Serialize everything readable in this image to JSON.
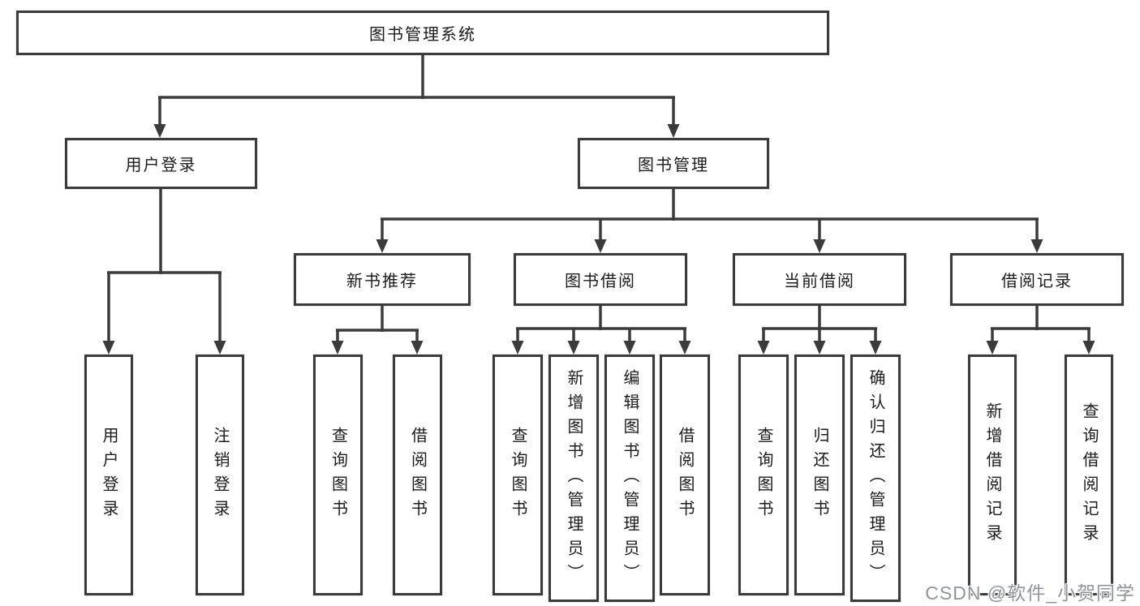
{
  "tree": {
    "root": {
      "label": "图书管理系统",
      "children": [
        {
          "label": "用户登录",
          "children": [
            {
              "label": "用户登录"
            },
            {
              "label": "注销登录"
            }
          ]
        },
        {
          "label": "图书管理",
          "children": [
            {
              "label": "新书推荐",
              "children": [
                {
                  "label": "查询图书"
                },
                {
                  "label": "借阅图书"
                }
              ]
            },
            {
              "label": "图书借阅",
              "children": [
                {
                  "label": "查询图书"
                },
                {
                  "label": "新增图书（管理员）"
                },
                {
                  "label": "编辑图书（管理员）"
                },
                {
                  "label": "借阅图书"
                }
              ]
            },
            {
              "label": "当前借阅",
              "children": [
                {
                  "label": "查询图书"
                },
                {
                  "label": "归还图书"
                },
                {
                  "label": "确认归还（管理员）"
                }
              ]
            },
            {
              "label": "借阅记录",
              "children": [
                {
                  "label": "新增借阅记录"
                },
                {
                  "label": "查询借阅记录"
                }
              ]
            }
          ]
        }
      ]
    }
  },
  "watermark": {
    "text": "CSDN @软件_小贺同学"
  },
  "colors": {
    "box_border": "#3b3b3b",
    "line": "#3b3b3b",
    "text": "#1b1b1b",
    "background": "#ffffff",
    "watermark": "#919499"
  }
}
